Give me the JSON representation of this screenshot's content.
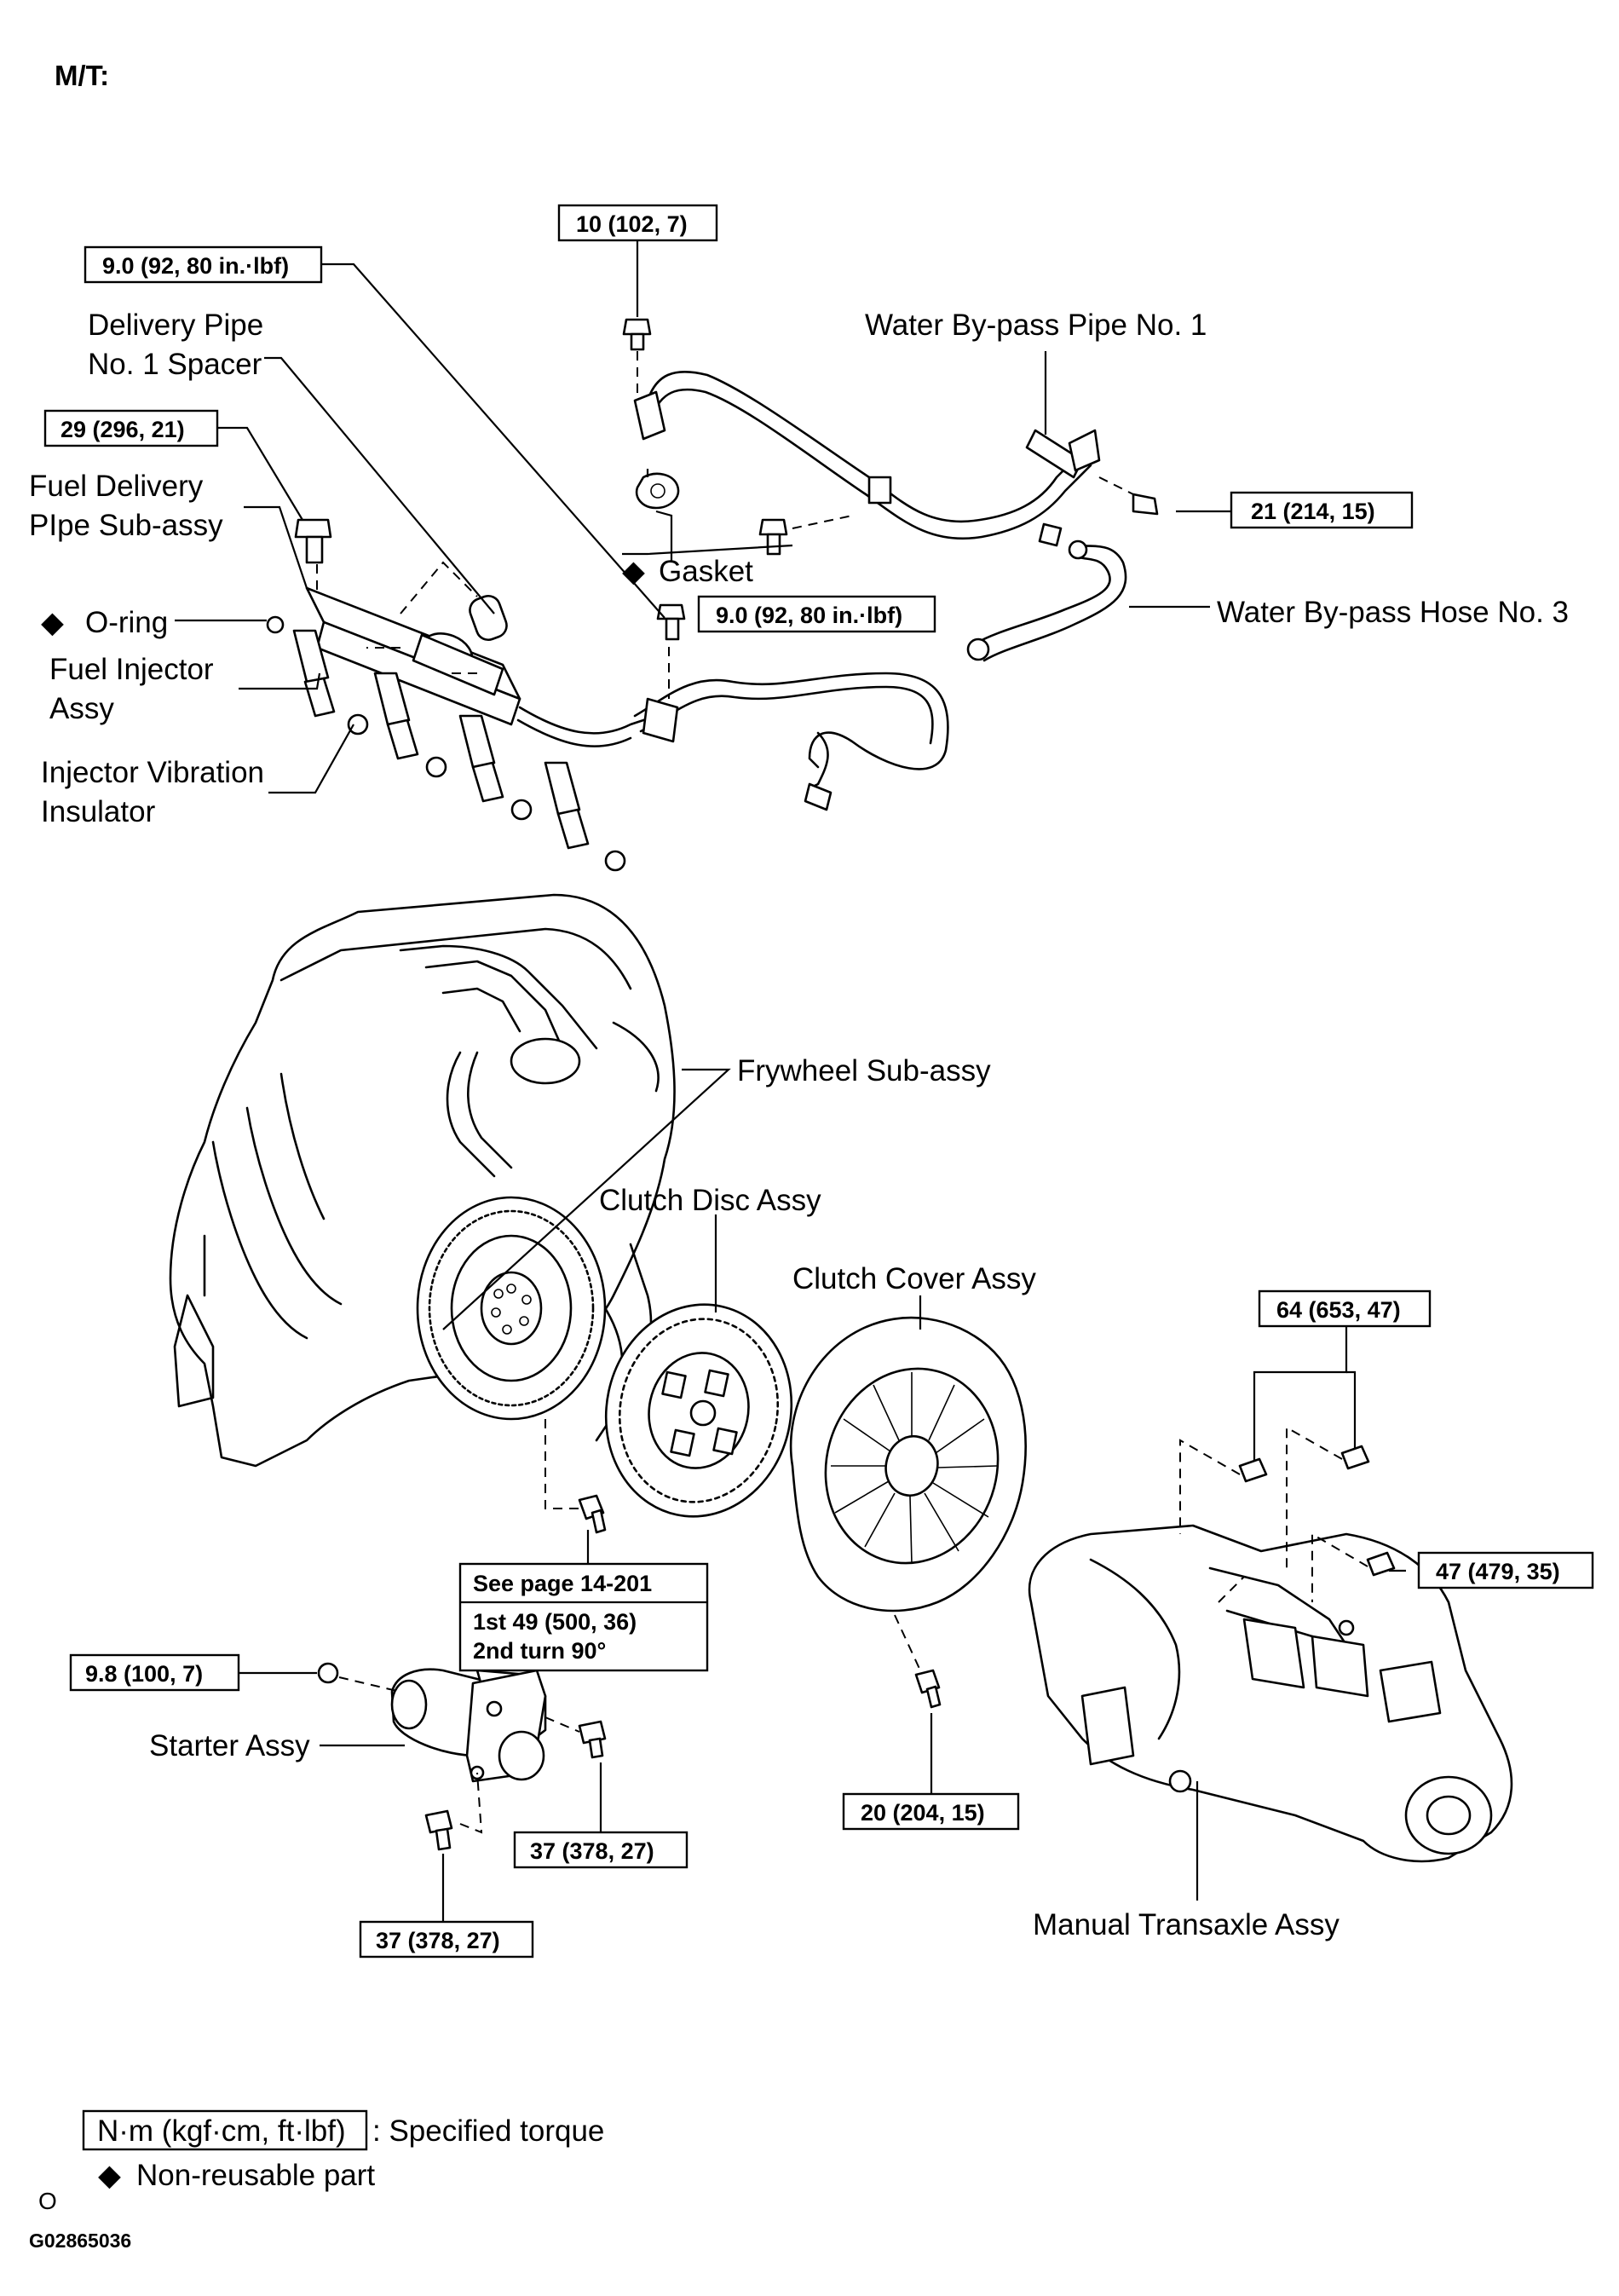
{
  "header": {
    "title": "M/T:"
  },
  "labels": {
    "delivery_pipe_spacer_1": "Delivery Pipe",
    "delivery_pipe_spacer_2": "No. 1 Spacer",
    "water_bypass_pipe": "Water By-pass Pipe No. 1",
    "fuel_delivery_1": "Fuel Delivery",
    "fuel_delivery_2": "PIpe  Sub-assy",
    "gasket": "Gasket",
    "o_ring": "O-ring",
    "water_bypass_hose": "Water  By-pass Hose No. 3",
    "fuel_injector_1": "Fuel Injector",
    "fuel_injector_2": "Assy",
    "insulator_1": "Injector Vibration",
    "insulator_2": "Insulator",
    "flywheel": "Frywheel  Sub-assy",
    "clutch_disc": "Clutch Disc Assy",
    "clutch_cover": "Clutch Cover Assy",
    "starter": "Starter Assy",
    "transaxle": "Manual Transaxle Assy"
  },
  "torques": {
    "t_top_bolt": "10 (102, 7)",
    "t_spacer": "9.0 (92, 80 in.·lbf)",
    "t_delivery": "29 (296, 21)",
    "t_water_pipe": "21 (214, 15)",
    "t_mid": "9.0 (92, 80 in.·lbf)",
    "t_trans_top": "64 (653, 47)",
    "t_trans_side": "47 (479, 35)",
    "t_flywheel_ref": "See page 14-201",
    "t_flywheel_1": "1st 49 (500, 36)",
    "t_flywheel_2": "2nd turn 90°",
    "t_starter_left": "9.8 (100, 7)",
    "t_cover": "20 (204, 15)",
    "t_starter_right": "37 (378, 27)",
    "t_starter_bottom": "37 (378, 27)"
  },
  "legend": {
    "unit_box": "N·m (kgf·cm, ft·lbf)",
    "unit_text": ": Specified torque",
    "nonreusable": "Non-reusable part",
    "diamond": "◆"
  },
  "footer": {
    "mark": "O",
    "code": "G02865036"
  }
}
